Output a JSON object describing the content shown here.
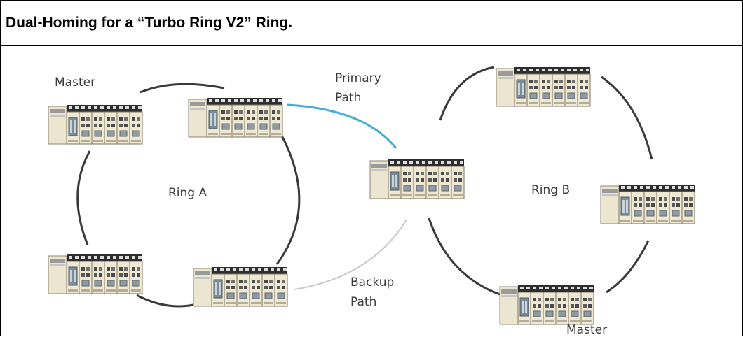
{
  "title": "Dual-Homing for a “Turbo Ring V2” Ring.",
  "labels": {
    "master_a": "Master",
    "primary_path": [
      "Primary",
      "Path"
    ],
    "ring_a": "Ring A",
    "ring_b": "Ring B",
    "backup_path": [
      "Backup",
      "Path"
    ],
    "master_b": "Master"
  },
  "colors": {
    "ring_link": "#3a3a3a",
    "primary_link": "#3fb0d4",
    "backup_link": "#c8c8c8"
  },
  "icons": [
    "industrial-switch-icon"
  ]
}
